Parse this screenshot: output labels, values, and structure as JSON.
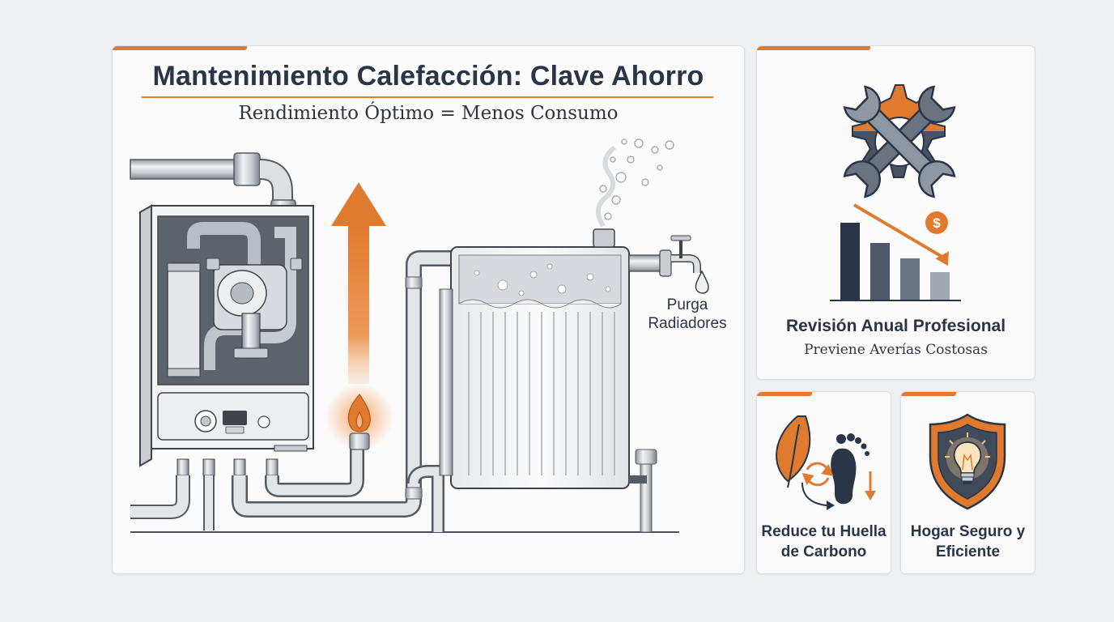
{
  "colors": {
    "accent": "#e07a2e",
    "dark": "#2a3547",
    "card_bg": "#fbfbfc",
    "page_bg": "#eef0f3"
  },
  "main": {
    "title": "Mantenimiento Calefacción: Clave Ahorro",
    "subtitle": "Rendimiento Óptimo = Menos Consumo",
    "radiator_label_line1": "Purga",
    "radiator_label_line2": "Radiadores"
  },
  "review": {
    "title": "Revisión Anual Profesional",
    "subtitle": "Previene Averías Costosas",
    "icons": [
      "wrench-gear-icon",
      "dollar-coin-icon",
      "bar-chart-decrease-icon"
    ]
  },
  "carbon": {
    "line1": "Reduce tu Huella",
    "line2": "de Carbono",
    "icons": [
      "leaf-icon",
      "footprint-icon",
      "recycle-arrows-icon",
      "down-arrow-icon"
    ]
  },
  "safe": {
    "line1": "Hogar Seguro y",
    "line2": "Eficiente",
    "icons": [
      "shield-icon",
      "lightbulb-icon"
    ]
  },
  "illustration": {
    "icons": [
      "boiler-icon",
      "flame-icon",
      "up-arrow-icon",
      "radiator-icon",
      "bleed-valve-icon",
      "water-drop-icon",
      "steam-bubbles-icon"
    ]
  }
}
